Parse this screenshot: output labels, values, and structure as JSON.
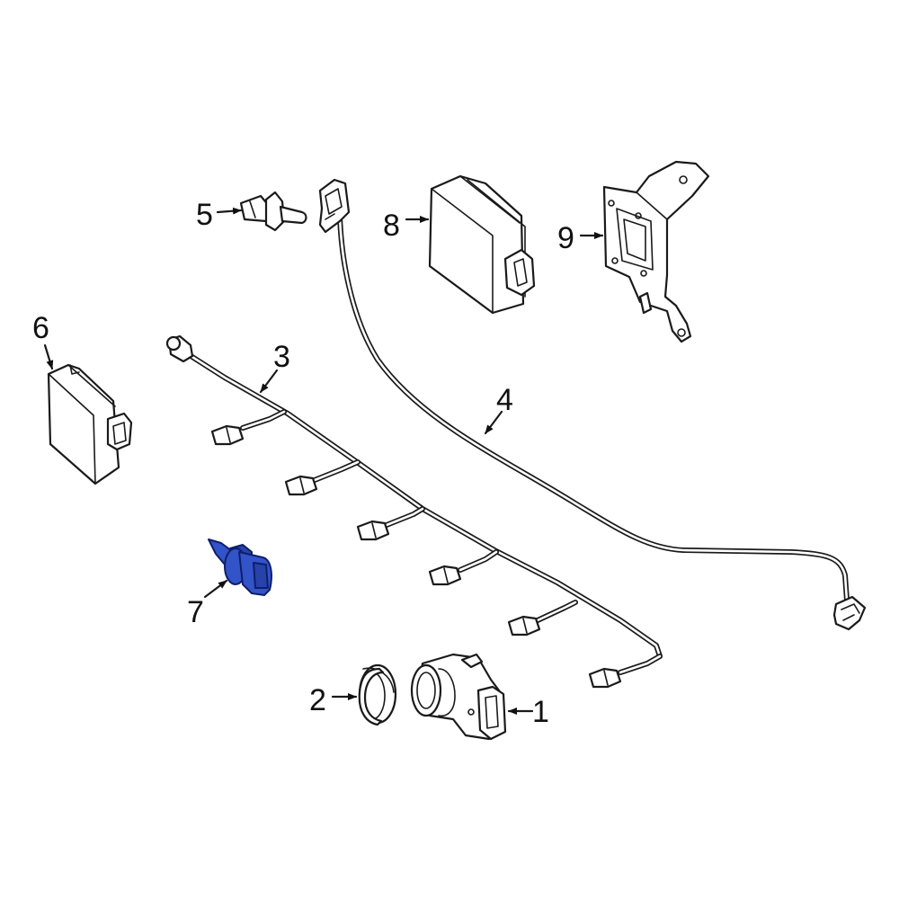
{
  "diagram": {
    "highlight_color": "#3353c9",
    "line_color": "#1a1a1a",
    "background_color": "#ffffff",
    "callouts": {
      "c1": "1",
      "c2": "2",
      "c3": "3",
      "c4": "4",
      "c5": "5",
      "c6": "6",
      "c7": "7",
      "c8": "8",
      "c9": "9"
    },
    "highlighted_part": "7"
  }
}
